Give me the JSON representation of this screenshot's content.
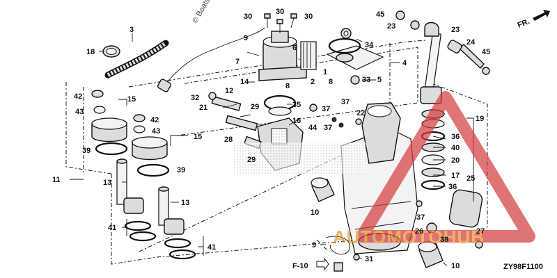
{
  "diagram": {
    "part_code": "ZY98F1100",
    "direction_label": "FR.",
    "ref_label": "F-10",
    "watermarks": {
      "copyright_corner": "© Boats",
      "brand": "AUTOMOTOHUB"
    },
    "callouts": [
      {
        "id": "c30a",
        "text": "30"
      },
      {
        "id": "c30b",
        "text": "30"
      },
      {
        "id": "c30c",
        "text": "30"
      },
      {
        "id": "c45a",
        "text": "45"
      },
      {
        "id": "c23a",
        "text": "23"
      },
      {
        "id": "c23b",
        "text": "23"
      },
      {
        "id": "c24",
        "text": "24"
      },
      {
        "id": "c45b",
        "text": "45"
      },
      {
        "id": "c3",
        "text": "3"
      },
      {
        "id": "c18",
        "text": "18"
      },
      {
        "id": "c9a",
        "text": "9"
      },
      {
        "id": "c6",
        "text": "6"
      },
      {
        "id": "c34",
        "text": "34"
      },
      {
        "id": "c7",
        "text": "7"
      },
      {
        "id": "c4",
        "text": "4"
      },
      {
        "id": "c14",
        "text": "14"
      },
      {
        "id": "c2",
        "text": "2"
      },
      {
        "id": "c8a",
        "text": "8"
      },
      {
        "id": "c1",
        "text": "1"
      },
      {
        "id": "c8b",
        "text": "8"
      },
      {
        "id": "c33",
        "text": "33"
      },
      {
        "id": "c5",
        "text": "5"
      },
      {
        "id": "c12",
        "text": "12"
      },
      {
        "id": "c42a",
        "text": "42"
      },
      {
        "id": "c15a",
        "text": "15"
      },
      {
        "id": "c43a",
        "text": "43"
      },
      {
        "id": "c32",
        "text": "32"
      },
      {
        "id": "c21",
        "text": "21"
      },
      {
        "id": "c29a",
        "text": "29"
      },
      {
        "id": "c35",
        "text": "35"
      },
      {
        "id": "c16",
        "text": "16"
      },
      {
        "id": "c37a",
        "text": "37"
      },
      {
        "id": "c37b",
        "text": "37"
      },
      {
        "id": "c22",
        "text": "22"
      },
      {
        "id": "c44",
        "text": "44"
      },
      {
        "id": "c37c",
        "text": "37"
      },
      {
        "id": "c19",
        "text": "19"
      },
      {
        "id": "c42b",
        "text": "42"
      },
      {
        "id": "c43b",
        "text": "43"
      },
      {
        "id": "c15b",
        "text": "15"
      },
      {
        "id": "c28",
        "text": "28"
      },
      {
        "id": "c29b",
        "text": "29"
      },
      {
        "id": "c36a",
        "text": "36"
      },
      {
        "id": "c40",
        "text": "40"
      },
      {
        "id": "c20",
        "text": "20"
      },
      {
        "id": "c39a",
        "text": "39"
      },
      {
        "id": "c39b",
        "text": "39"
      },
      {
        "id": "c17",
        "text": "17"
      },
      {
        "id": "c11",
        "text": "11"
      },
      {
        "id": "c13a",
        "text": "13"
      },
      {
        "id": "c36b",
        "text": "36"
      },
      {
        "id": "c25",
        "text": "25"
      },
      {
        "id": "c13b",
        "text": "13"
      },
      {
        "id": "c10a",
        "text": "10"
      },
      {
        "id": "c37d",
        "text": "37"
      },
      {
        "id": "c41a",
        "text": "41"
      },
      {
        "id": "c26",
        "text": "26"
      },
      {
        "id": "c27",
        "text": "27"
      },
      {
        "id": "c38",
        "text": "38"
      },
      {
        "id": "c9b",
        "text": "9"
      },
      {
        "id": "c41b",
        "text": "41"
      },
      {
        "id": "c31",
        "text": "31"
      },
      {
        "id": "c10b",
        "text": "10"
      }
    ]
  }
}
